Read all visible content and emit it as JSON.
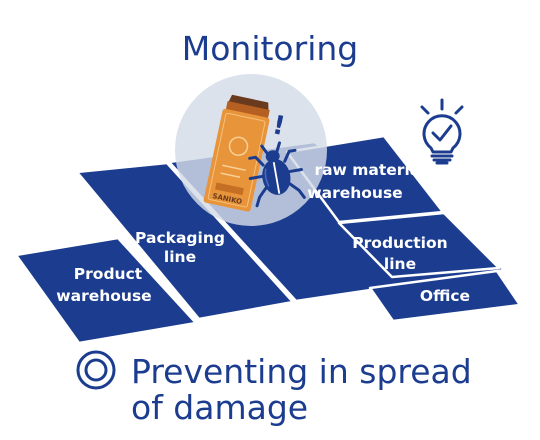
{
  "title": "Monitoring",
  "areas": {
    "product_warehouse": [
      "Product",
      "warehouse"
    ],
    "packaging_line": [
      "Packaging",
      "line"
    ],
    "raw_material_warehouse": [
      "raw material",
      "warehouse"
    ],
    "production_line": [
      "Production",
      "line"
    ],
    "office": "Office"
  },
  "package_brand": "SANIKO",
  "alert_mark": "!",
  "caption": {
    "marker": "double-circle",
    "lines": [
      "Preventing in spread",
      "of damage"
    ]
  },
  "colors": {
    "floor_blue": "#1c3d8f",
    "floor_edge": "#ffffff",
    "circle_gray": "#d4dce8",
    "package_orange": "#e8943a"
  },
  "icons": [
    "lightbulb-check-icon",
    "beetle-icon",
    "coffee-package-icon",
    "double-circle-icon"
  ]
}
